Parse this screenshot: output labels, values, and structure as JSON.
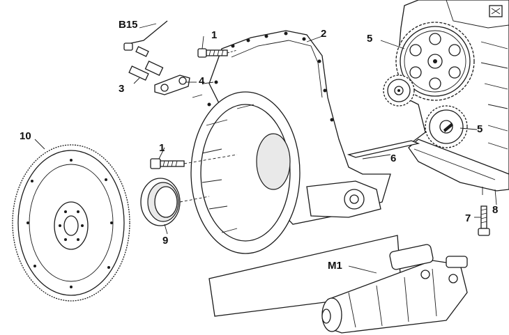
{
  "callouts": [
    {
      "id": "B15",
      "text": "B15",
      "part": "sensor-lead"
    },
    {
      "id": "1a",
      "text": "1",
      "part": "bolt"
    },
    {
      "id": "2",
      "text": "2",
      "part": "flywheel-housing"
    },
    {
      "id": "5a",
      "text": "5",
      "part": "timing-gear"
    },
    {
      "id": "3",
      "text": "3",
      "part": "sensor"
    },
    {
      "id": "4",
      "text": "4",
      "part": "sensor-bracket"
    },
    {
      "id": "10",
      "text": "10",
      "part": "flywheel"
    },
    {
      "id": "1b",
      "text": "1",
      "part": "bolt"
    },
    {
      "id": "6",
      "text": "6",
      "part": "gasket"
    },
    {
      "id": "5b",
      "text": "5",
      "part": "gear"
    },
    {
      "id": "7",
      "text": "7",
      "part": "bolt"
    },
    {
      "id": "8",
      "text": "8",
      "part": "oil-pan"
    },
    {
      "id": "9",
      "text": "9",
      "part": "crankshaft-seal"
    },
    {
      "id": "M1",
      "text": "M1",
      "part": "starter-motor"
    }
  ]
}
